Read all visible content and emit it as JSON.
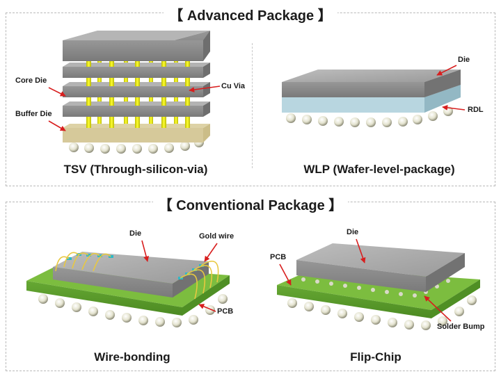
{
  "sections": {
    "advanced": "【 Advanced Package 】",
    "conventional": "【 Conventional Package 】"
  },
  "captions": {
    "tsv": "TSV (Through-silicon-via)",
    "wlp": "WLP (Wafer-level-package)",
    "wire_bonding": "Wire-bonding",
    "flip_chip": "Flip-Chip"
  },
  "labels": {
    "core_die": "Core Die",
    "cu_via": "Cu Via",
    "buffer_die": "Buffer Die",
    "wlp_die": "Die",
    "rdl": "RDL",
    "wb_die": "Die",
    "gold_wire": "Gold wire",
    "wb_pcb": "PCB",
    "fc_die": "Die",
    "fc_pcb": "PCB",
    "solder_bump": "Solder Bump"
  },
  "colors": {
    "die_top": "#a9a9a9",
    "die_side": "#8c8c8c",
    "via": "#e6e600",
    "buffer": "#d6c99a",
    "rdl": "#b8d6e0",
    "pcb_top": "#79b53c",
    "pcb_side": "#5c9a2c",
    "ball": "#ecebd9",
    "pointer": "#d81e1e",
    "gold_wire": "#e8c840",
    "pad": "#2fb8c6"
  }
}
